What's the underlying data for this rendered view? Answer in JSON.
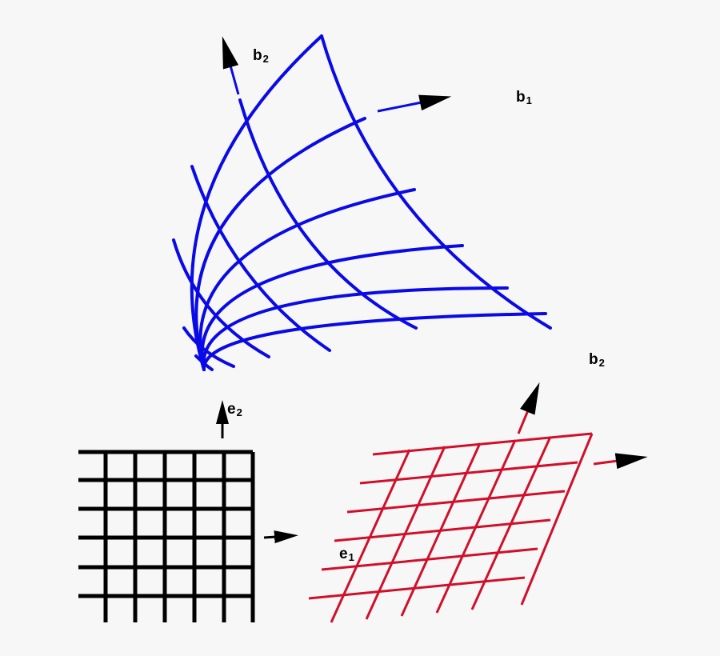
{
  "labels": {
    "b2_top": {
      "base": "b",
      "sub": "2"
    },
    "b1": {
      "base": "b",
      "sub": "1"
    },
    "b2_right": {
      "base": "b",
      "sub": "2"
    },
    "e2": {
      "base": "e",
      "sub": "2"
    },
    "e1": {
      "base": "e",
      "sub": "1"
    }
  },
  "colors": {
    "curved_grid": "#0a0ae6",
    "regular_grid": "#000000",
    "sheared_grid": "#d0102a",
    "arrowhead": "#000000",
    "background": "#f7f7f7"
  },
  "icons": [
    "map-arrow-icon"
  ]
}
